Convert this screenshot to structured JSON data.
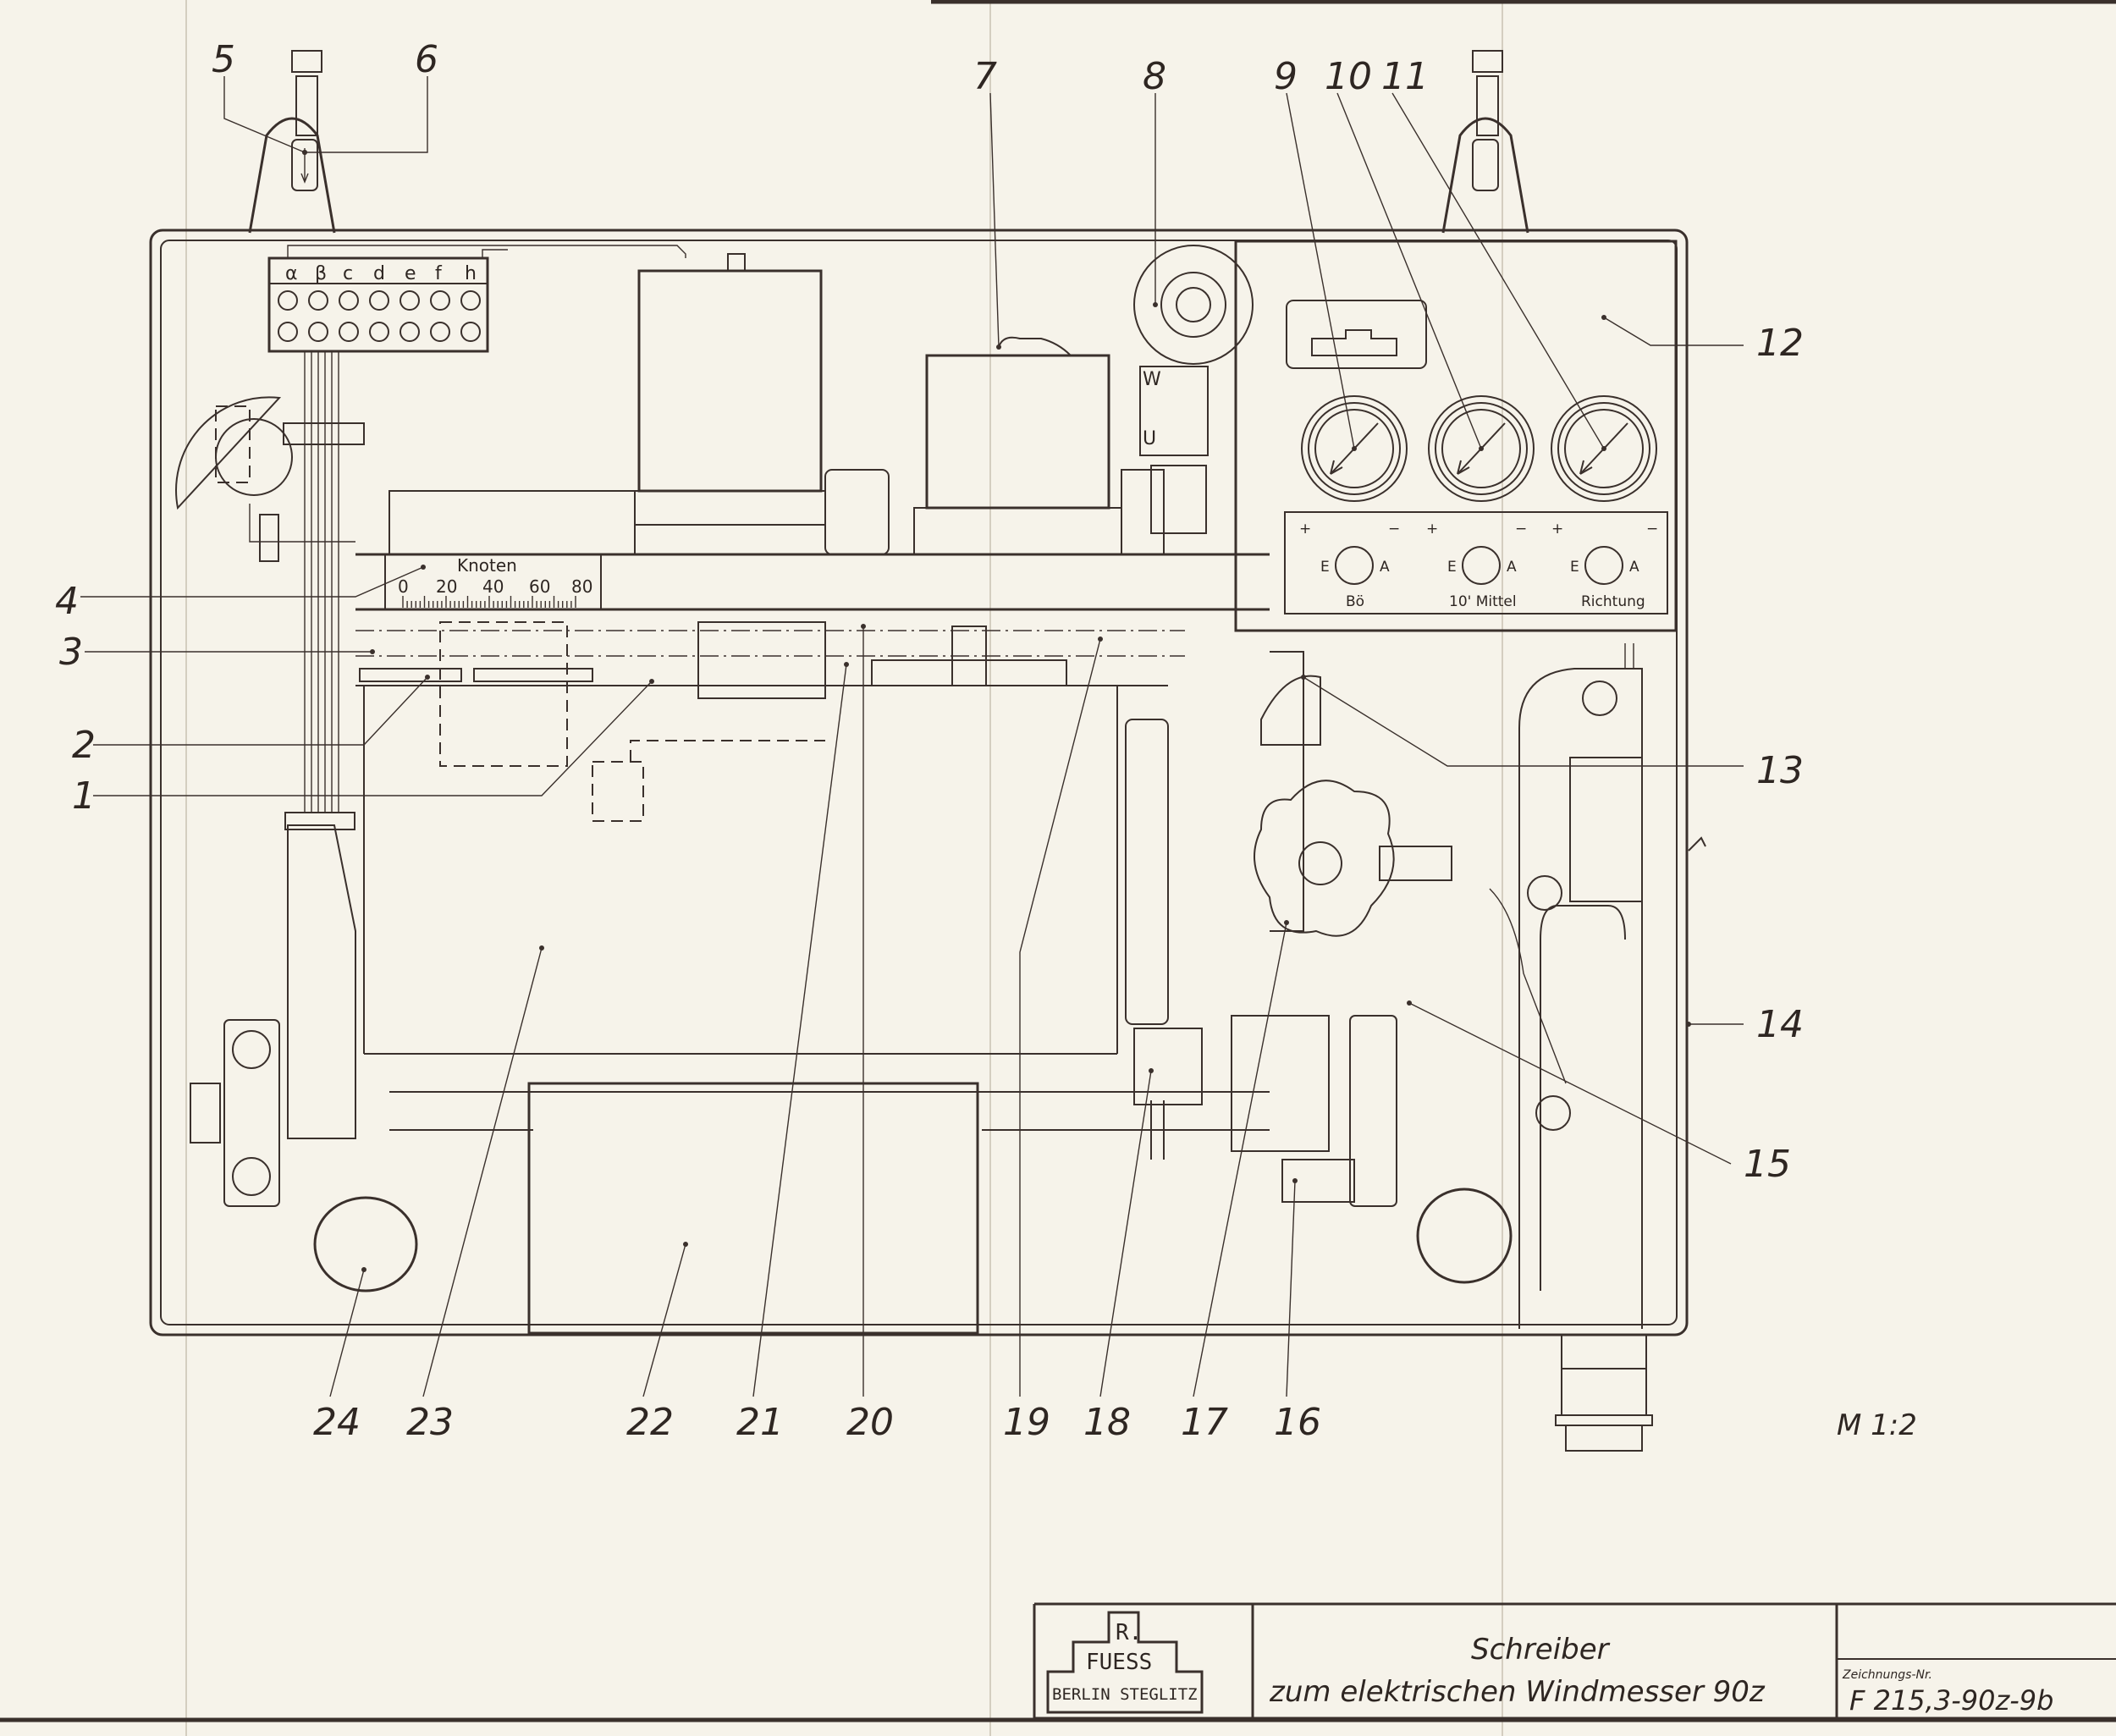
{
  "drawing": {
    "manufacturer_logo": {
      "line1": "R.",
      "line2": "FUESS",
      "line3": "BERLIN STEGLITZ"
    },
    "title_line1": "Schreiber",
    "title_line2": "zum elektrischen Windmesser 90z",
    "drawing_number_label": "Zeichnungs-Nr.",
    "drawing_number": "F 215,3-90z-9b",
    "scale": "M 1:2"
  },
  "callouts": [
    {
      "id": "1",
      "label": "1"
    },
    {
      "id": "2",
      "label": "2"
    },
    {
      "id": "3",
      "label": "3"
    },
    {
      "id": "4",
      "label": "4"
    },
    {
      "id": "5",
      "label": "5"
    },
    {
      "id": "6",
      "label": "6"
    },
    {
      "id": "7",
      "label": "7"
    },
    {
      "id": "8",
      "label": "8"
    },
    {
      "id": "9",
      "label": "9"
    },
    {
      "id": "10",
      "label": "10"
    },
    {
      "id": "11",
      "label": "11"
    },
    {
      "id": "12",
      "label": "12"
    },
    {
      "id": "13",
      "label": "13"
    },
    {
      "id": "14",
      "label": "14"
    },
    {
      "id": "15",
      "label": "15"
    },
    {
      "id": "16",
      "label": "16"
    },
    {
      "id": "17",
      "label": "17"
    },
    {
      "id": "18",
      "label": "18"
    },
    {
      "id": "19",
      "label": "19"
    },
    {
      "id": "20",
      "label": "20"
    },
    {
      "id": "21",
      "label": "21"
    },
    {
      "id": "22",
      "label": "22"
    },
    {
      "id": "23",
      "label": "23"
    },
    {
      "id": "24",
      "label": "24"
    }
  ],
  "terminal_strip": {
    "labels": [
      "α",
      "β",
      "c",
      "d",
      "e",
      "f",
      "h"
    ]
  },
  "terminal_block_small": {
    "top_label": "W",
    "bottom_label": "U"
  },
  "speed_scale": {
    "title": "Knoten",
    "ticks": [
      "0",
      "20",
      "40",
      "60",
      "80"
    ]
  },
  "control_panel": {
    "switches": [
      {
        "plus": "+",
        "minus": "−",
        "left": "E",
        "right": "A",
        "label": "Bö"
      },
      {
        "plus": "+",
        "minus": "−",
        "left": "E",
        "right": "A",
        "label": "10' Mittel"
      },
      {
        "plus": "+",
        "minus": "−",
        "left": "E",
        "right": "A",
        "label": "Richtung"
      }
    ]
  }
}
